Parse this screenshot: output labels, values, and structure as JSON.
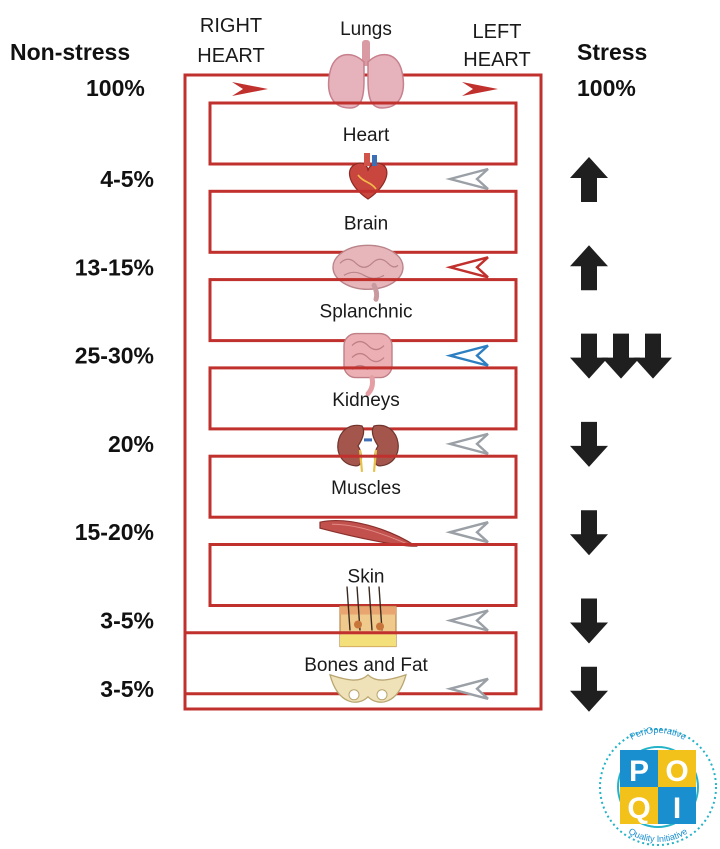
{
  "headers": {
    "right_heart": [
      "RIGHT",
      "HEART"
    ],
    "left_heart": [
      "LEFT",
      "HEART"
    ],
    "lungs": "Lungs",
    "non_stress": "Non-stress",
    "non_stress_total": "100%",
    "stress": "Stress",
    "stress_total": "100%"
  },
  "organs": [
    {
      "label": "Heart",
      "percent": "4-5%",
      "stress_change": "up",
      "stress_arrows": 1,
      "chevron_color": "#9aa0a6"
    },
    {
      "label": "Brain",
      "percent": "13-15%",
      "stress_change": "up",
      "stress_arrows": 1,
      "chevron_color": "#c0302c"
    },
    {
      "label": "Splanchnic",
      "percent": "25-30%",
      "stress_change": "down",
      "stress_arrows": 3,
      "chevron_color": "#2d7fc1"
    },
    {
      "label": "Kidneys",
      "percent": "20%",
      "stress_change": "down",
      "stress_arrows": 1,
      "chevron_color": "#9aa0a6"
    },
    {
      "label": "Muscles",
      "percent": "15-20%",
      "stress_change": "down",
      "stress_arrows": 1,
      "chevron_color": "#9aa0a6"
    },
    {
      "label": "Skin",
      "percent": "3-5%",
      "stress_change": "down",
      "stress_arrows": 1,
      "chevron_color": "#9aa0a6"
    },
    {
      "label": "Bones and Fat",
      "percent": "3-5%",
      "stress_change": "down",
      "stress_arrows": 1,
      "chevron_color": "#9aa0a6"
    }
  ],
  "logo": {
    "letters": [
      "P",
      "O",
      "Q",
      "I"
    ],
    "ring_top": "PeriOperative",
    "ring_bottom": "Quality Initiative"
  },
  "colors": {
    "vessel": "#c0302c",
    "arrow": "#1f1f1f",
    "logo_blue": "#1a8fd0",
    "logo_yellow": "#f2c21b",
    "logo_teal": "#24b3c8"
  }
}
